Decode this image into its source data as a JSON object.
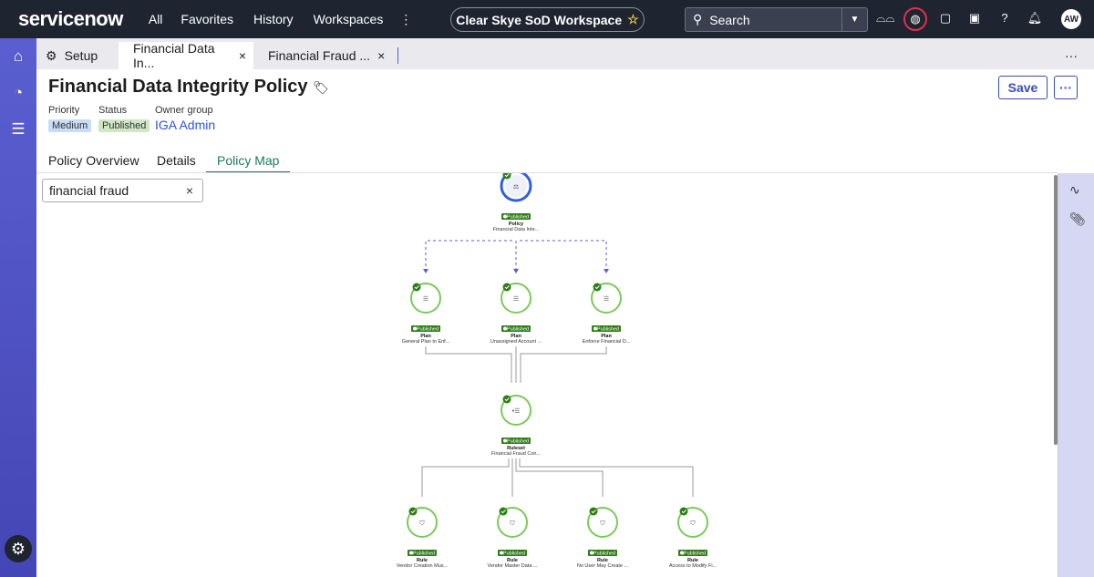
{
  "topnav": {
    "logo_a": "service",
    "logo_b": "now",
    "items": [
      "All",
      "Favorites",
      "History",
      "Workspaces"
    ],
    "more": "⋮",
    "workspace": "Clear Skye SoD Workspace",
    "star": "☆",
    "search_placeholder": "Search",
    "avatar": "AW"
  },
  "tabs": {
    "setup": "Setup",
    "items": [
      "Financial Data In...",
      "Financial Fraud ..."
    ],
    "close": "×",
    "more": "···"
  },
  "record": {
    "title": "Financial Data Integrity Policy",
    "save": "Save",
    "more": "···",
    "priority_label": "Priority",
    "priority": "Medium",
    "status_label": "Status",
    "status": "Published",
    "owner_label": "Owner group",
    "owner": "IGA Admin"
  },
  "subtabs": [
    "Policy Overview",
    "Details",
    "Policy Map"
  ],
  "filter": {
    "value": "financial fraud",
    "clear": "×"
  },
  "map": {
    "badge": "Published",
    "nodes": [
      {
        "type": "Policy",
        "name": "Financial Data Inte..."
      },
      {
        "type": "Plan",
        "name": "General Plan to Enf..."
      },
      {
        "type": "Plan",
        "name": "Unassigned Account ..."
      },
      {
        "type": "Plan",
        "name": "Enforce Financial D..."
      },
      {
        "type": "Ruleset",
        "name": "Financial Fraud Con..."
      },
      {
        "type": "Rule",
        "name": "Vendor Creation Mus..."
      },
      {
        "type": "Rule",
        "name": "Vendor Master Data ..."
      },
      {
        "type": "Rule",
        "name": "No User May Create ..."
      },
      {
        "type": "Rule",
        "name": "Access to Modify Fi..."
      }
    ]
  },
  "colors": {
    "published": "#2e7d16",
    "ring": "#7cc95a",
    "policy_ring": "#2f5fe0",
    "dashed": "#5a5fd0",
    "medium": "#c7dcf5",
    "published_badge": "#cfe7c5",
    "link": "#2f54d9"
  }
}
